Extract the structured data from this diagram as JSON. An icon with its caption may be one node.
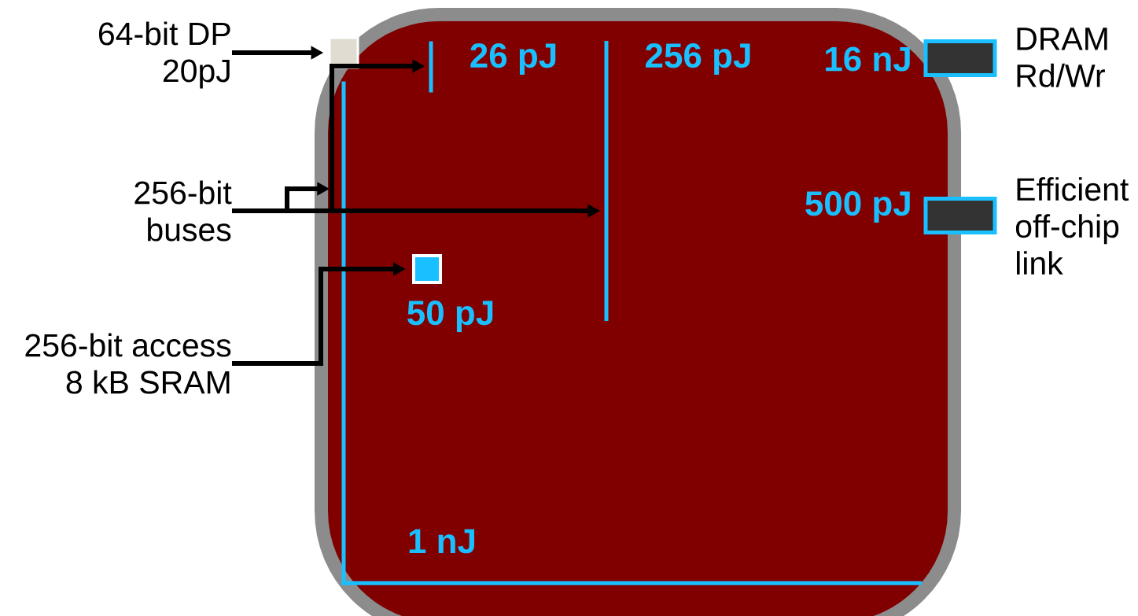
{
  "diagram": {
    "nodes": [
      {
        "text": [],
        "shape": "box"
      },
      {
        "text": [
          "64-bit DP 20pJ"
        ]
      },
      {
        "text": [],
        "shape": "box"
      },
      {
        "text": [
          "256-bit buses"
        ]
      },
      {
        "text": [],
        "shape": "bar",
        "in": 0,
        "beside": [
          "26 pJ"
        ]
      },
      {
        "text": [],
        "shape": "bar",
        "in": 0,
        "beside": [
          "256 pJ"
        ]
      },
      {
        "text": [],
        "shape": "bar",
        "in": 0,
        "beside": [
          "1 nJ"
        ]
      },
      {
        "text": [
          "256-bit access 8 kB SRAM"
        ]
      },
      {
        "text": [],
        "shape": "box",
        "in": 0,
        "beside": [
          "50 pJ"
        ]
      },
      {
        "text": [],
        "shape": "box",
        "beside": [
          "16 nJ",
          "DRAM Rd/Wr"
        ]
      },
      {
        "text": [],
        "shape": "box",
        "beside": [
          "500 pJ",
          "Efficient off-chip link"
        ]
      }
    ],
    "edges": [
      {
        "from": 1,
        "to": 2,
        "arrow": "to"
      },
      {
        "from": 3,
        "to": 4,
        "arrow": "to"
      },
      {
        "from": 3,
        "to": 5,
        "arrow": "to"
      },
      {
        "from": 3,
        "to": 6,
        "arrow": "to"
      },
      {
        "from": 7,
        "to": 8,
        "arrow": "to"
      }
    ]
  }
}
